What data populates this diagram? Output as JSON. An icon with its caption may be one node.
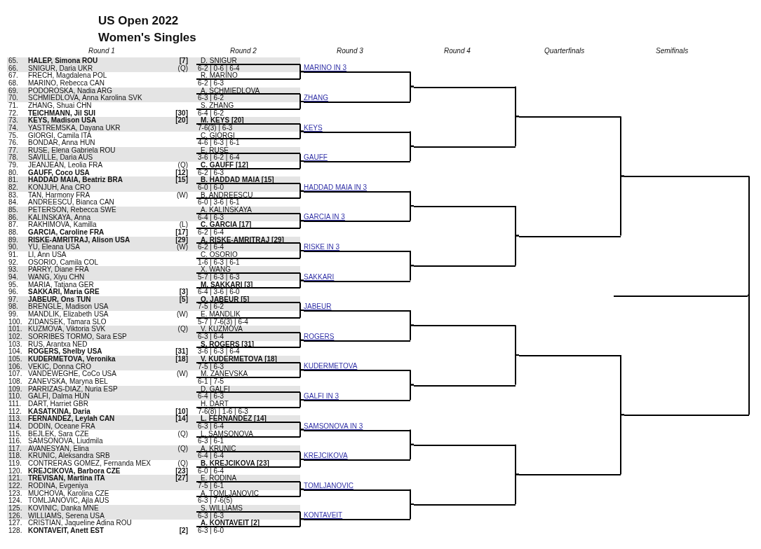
{
  "diagram": {
    "title": "US Open 2022",
    "nodes": [
      {
        "text": [
          "D. SNIGUR",
          "6-2 | 0-6 | 6-4"
        ]
      },
      {
        "text": [
          "R. MARINO",
          "6-2 | 6-3"
        ]
      },
      {
        "text": [
          "A. SCHMIEDLOVA",
          "6-3 | 6-2"
        ]
      },
      {
        "text": [
          "S. ZHANG",
          "6-4 | 6-2"
        ]
      },
      {
        "text": [
          "M. KEYS [20]",
          "7-6(3) | 6-3"
        ]
      },
      {
        "text": [
          "C. GIORGI",
          "4-6 | 6-3 | 6-1"
        ]
      },
      {
        "text": [
          "E. RUSE",
          "3-6 | 6-2 | 6-4"
        ]
      },
      {
        "text": [
          "C. GAUFF [12]",
          "6-2 | 6-3"
        ]
      },
      {
        "text": [
          "B. HADDAD MAIA [15]",
          "6-0 | 6-0"
        ]
      },
      {
        "text": [
          "B. ANDREESCU",
          "6-0 | 3-6 | 6-1"
        ]
      },
      {
        "text": [
          "A. KALINSKAYA",
          "6-4 | 6-3"
        ]
      },
      {
        "text": [
          "C. GARCIA [17]",
          "6-2 | 6-4"
        ]
      },
      {
        "text": [
          "A. RISKE-AMRITRAJ [29]",
          "6-2 | 6-4"
        ]
      },
      {
        "text": [
          "C. OSORIO",
          "1-6 | 6-3 | 6-1"
        ]
      },
      {
        "text": [
          "X. WANG",
          "5-7 | 6-3 | 6-3"
        ]
      },
      {
        "text": [
          "M. SAKKARI [3]",
          "6-4 | 3-6 | 6-0"
        ]
      },
      {
        "text": [
          "O. JABEUR [5]",
          "7-5 | 6-2"
        ]
      },
      {
        "text": [
          "E. MANDLIK",
          "5-7 | 7-6(3) | 6-4"
        ]
      },
      {
        "text": [
          "V. KUZMOVA",
          "6-3 | 6-4"
        ]
      },
      {
        "text": [
          "S. ROGERS [31]",
          "3-6 | 6-3 | 6-4"
        ]
      },
      {
        "text": [
          "V. KUDERMETOVA [18]",
          "7-5 | 6-3"
        ]
      },
      {
        "text": [
          "M. ZANEVSKA",
          "6-1 | 7-5"
        ]
      },
      {
        "text": [
          "D. GALFI",
          "6-4 | 6-3"
        ]
      },
      {
        "text": [
          "H. DART",
          "7-6(8) | 1-6 | 6-3"
        ]
      },
      {
        "text": [
          "L. FERNANDEZ [14]",
          "6-3 | 6-4"
        ]
      },
      {
        "text": [
          "L. SAMSONOVA",
          "6-3 | 6-1"
        ]
      },
      {
        "text": [
          "A. KRUNIC",
          "6-4 | 6-4"
        ]
      },
      {
        "text": [
          "B. KREJCIKOVA [23]",
          "6-0 | 6-4"
        ]
      },
      {
        "text": [
          "E. RODINA",
          "7-5 | 6-1"
        ]
      },
      {
        "text": [
          "A. TOMLJANOVIC",
          "6-3 | 7-6(5)"
        ]
      },
      {
        "text": [
          "S. WILLIAMS",
          "6-3 | 6-3"
        ]
      },
      {
        "text": [
          "A. KONTAVEIT [2]",
          "6-3 | 6-0"
        ]
      },
      {
        "text": [
          "MARINO IN 3"
        ]
      },
      {
        "text": [
          "ZHANG"
        ]
      },
      {
        "text": [
          "KEYS"
        ]
      },
      {
        "text": [
          "GAUFF"
        ]
      },
      {
        "text": [
          "HADDAD MAIA IN 3"
        ]
      },
      {
        "text": [
          "GARCIA IN 3"
        ]
      },
      {
        "text": [
          "RISKE IN 3"
        ]
      },
      {
        "text": [
          "SAKKARI"
        ]
      },
      {
        "text": [
          "JABEUR"
        ]
      },
      {
        "text": [
          "ROGERS"
        ]
      },
      {
        "text": [
          "KUDERMETOVA"
        ]
      },
      {
        "text": [
          "GALFI IN 3"
        ]
      },
      {
        "text": [
          "SAMSONOVA IN 3"
        ]
      },
      {
        "text": [
          "KREJCIKOVA"
        ]
      },
      {
        "text": [
          "TOMLJANOVIC"
        ]
      },
      {
        "text": [
          "KONTAVEIT"
        ]
      },
      {
        "text": [],
        "shape": "line"
      },
      {
        "text": [],
        "shape": "line"
      },
      {
        "text": [],
        "shape": "line"
      },
      {
        "text": [],
        "shape": "line"
      },
      {
        "text": [],
        "shape": "line"
      },
      {
        "text": [],
        "shape": "line"
      },
      {
        "text": [],
        "shape": "line"
      },
      {
        "text": [],
        "shape": "line"
      },
      {
        "text": [],
        "shape": "line"
      },
      {
        "text": [],
        "shape": "line"
      },
      {
        "text": [],
        "shape": "line"
      },
      {
        "text": [],
        "shape": "line"
      },
      {
        "text": [],
        "shape": "line"
      },
      {
        "text": [],
        "shape": "line"
      },
      {
        "text": [],
        "shape": "line"
      }
    ],
    "edges": [
      {
        "from": 0,
        "to": 32,
        "arrow": "none"
      },
      {
        "from": 1,
        "to": 32,
        "arrow": "none"
      },
      {
        "from": 2,
        "to": 33,
        "arrow": "none"
      },
      {
        "from": 3,
        "to": 33,
        "arrow": "none"
      },
      {
        "from": 4,
        "to": 34,
        "arrow": "none"
      },
      {
        "from": 5,
        "to": 34,
        "arrow": "none"
      },
      {
        "from": 6,
        "to": 35,
        "arrow": "none"
      },
      {
        "from": 7,
        "to": 35,
        "arrow": "none"
      },
      {
        "from": 8,
        "to": 36,
        "arrow": "none"
      },
      {
        "from": 9,
        "to": 36,
        "arrow": "none"
      },
      {
        "from": 10,
        "to": 37,
        "arrow": "none"
      },
      {
        "from": 11,
        "to": 37,
        "arrow": "none"
      },
      {
        "from": 12,
        "to": 38,
        "arrow": "none"
      },
      {
        "from": 13,
        "to": 38,
        "arrow": "none"
      },
      {
        "from": 14,
        "to": 39,
        "arrow": "none"
      },
      {
        "from": 15,
        "to": 39,
        "arrow": "none"
      },
      {
        "from": 16,
        "to": 40,
        "arrow": "none"
      },
      {
        "from": 17,
        "to": 40,
        "arrow": "none"
      },
      {
        "from": 18,
        "to": 41,
        "arrow": "none"
      },
      {
        "from": 19,
        "to": 41,
        "arrow": "none"
      },
      {
        "from": 20,
        "to": 42,
        "arrow": "none"
      },
      {
        "from": 21,
        "to": 42,
        "arrow": "none"
      },
      {
        "from": 22,
        "to": 43,
        "arrow": "none"
      },
      {
        "from": 23,
        "to": 43,
        "arrow": "none"
      },
      {
        "from": 24,
        "to": 44,
        "arrow": "none"
      },
      {
        "from": 25,
        "to": 44,
        "arrow": "none"
      },
      {
        "from": 26,
        "to": 45,
        "arrow": "none"
      },
      {
        "from": 27,
        "to": 45,
        "arrow": "none"
      },
      {
        "from": 28,
        "to": 46,
        "arrow": "none"
      },
      {
        "from": 29,
        "to": 46,
        "arrow": "none"
      },
      {
        "from": 30,
        "to": 47,
        "arrow": "none"
      },
      {
        "from": 31,
        "to": 47,
        "arrow": "none"
      },
      {
        "from": 32,
        "to": 48,
        "arrow": "none"
      },
      {
        "from": 33,
        "to": 48,
        "arrow": "none"
      },
      {
        "from": 34,
        "to": 49,
        "arrow": "none"
      },
      {
        "from": 35,
        "to": 49,
        "arrow": "none"
      },
      {
        "from": 36,
        "to": 50,
        "arrow": "none"
      },
      {
        "from": 37,
        "to": 50,
        "arrow": "none"
      },
      {
        "from": 38,
        "to": 51,
        "arrow": "none"
      },
      {
        "from": 39,
        "to": 51,
        "arrow": "none"
      },
      {
        "from": 40,
        "to": 52,
        "arrow": "none"
      },
      {
        "from": 41,
        "to": 52,
        "arrow": "none"
      },
      {
        "from": 42,
        "to": 53,
        "arrow": "none"
      },
      {
        "from": 43,
        "to": 53,
        "arrow": "none"
      },
      {
        "from": 44,
        "to": 54,
        "arrow": "none"
      },
      {
        "from": 45,
        "to": 54,
        "arrow": "none"
      },
      {
        "from": 46,
        "to": 55,
        "arrow": "none"
      },
      {
        "from": 47,
        "to": 55,
        "arrow": "none"
      },
      {
        "from": 48,
        "to": 56,
        "arrow": "none"
      },
      {
        "from": 49,
        "to": 56,
        "arrow": "none"
      },
      {
        "from": 50,
        "to": 57,
        "arrow": "none"
      },
      {
        "from": 51,
        "to": 57,
        "arrow": "none"
      },
      {
        "from": 52,
        "to": 58,
        "arrow": "none"
      },
      {
        "from": 53,
        "to": 58,
        "arrow": "none"
      },
      {
        "from": 54,
        "to": 59,
        "arrow": "none"
      },
      {
        "from": 55,
        "to": 59,
        "arrow": "none"
      },
      {
        "from": 56,
        "to": 60,
        "arrow": "none"
      },
      {
        "from": 57,
        "to": 60,
        "arrow": "none"
      },
      {
        "from": 58,
        "to": 61,
        "arrow": "none"
      },
      {
        "from": 59,
        "to": 61,
        "arrow": "none"
      },
      {
        "from": 60,
        "to": 62,
        "arrow": "none"
      },
      {
        "from": 61,
        "to": 62,
        "arrow": "none"
      }
    ],
    "labels": [
      "Women's Singles",
      "Round 1",
      "Round 2",
      "Round 3",
      "Round 4",
      "Quarterfinals",
      "Semifinals",
      "65.",
      "HALEP, Simona ROU",
      "[7]",
      "66.",
      "SNIGUR, Daria UKR",
      "(Q)",
      "67.",
      "FRECH, Magdalena POL",
      "68.",
      "MARINO, Rebecca CAN",
      "69.",
      "PODOROSKA, Nadia ARG",
      "70.",
      "SCHMIEDLOVA, Anna Karolina SVK",
      "71.",
      "ZHANG, Shuai CHN",
      "72.",
      "TEICHMANN, Jil SUI",
      "[30]",
      "73.",
      "KEYS, Madison USA",
      "[20]",
      "74.",
      "YASTREMSKA, Dayana UKR",
      "75.",
      "GIORGI, Camila ITA",
      "76.",
      "BONDAR, Anna HUN",
      "77.",
      "RUSE, Elena Gabriela ROU",
      "78.",
      "SAVILLE, Daria AUS",
      "79.",
      "JEANJEAN, Leolia FRA",
      "(Q)",
      "80.",
      "GAUFF, Coco USA",
      "[12]",
      "81.",
      "HADDAD MAIA, Beatriz BRA",
      "[15]",
      "82.",
      "KONJUH, Ana CRO",
      "83.",
      "TAN, Harmony FRA",
      "(W)",
      "84.",
      "ANDREESCU, Bianca CAN",
      "85.",
      "PETERSON, Rebecca SWE",
      "86.",
      "KALINSKAYA, Anna",
      "87.",
      "RAKHIMOVA, Kamilla",
      "(L)",
      "88.",
      "GARCIA, Caroline FRA",
      "[17]",
      "89.",
      "RISKE-AMRITRAJ, Alison USA",
      "[29]",
      "90.",
      "YU, Eleana USA",
      "(W)",
      "91.",
      "LI, Ann USA",
      "92.",
      "OSORIO, Camila COL",
      "93.",
      "PARRY, Diane FRA",
      "94.",
      "WANG, Xiyu CHN",
      "95.",
      "MARIA, Tatjana GER",
      "96.",
      "SAKKARI, Maria GRE",
      "[3]",
      "97.",
      "JABEUR, Ons TUN",
      "[5]",
      "98.",
      "BRENGLE, Madison USA",
      "99.",
      "MANDLIK, Elizabeth USA",
      "(W)",
      "100.",
      "ZIDANSEK, Tamara SLO",
      "101.",
      "KUZMOVA, Viktoria SVK",
      "(Q)",
      "102.",
      "SORRIBES TORMO, Sara ESP",
      "103.",
      "RUS, Arantxa NED",
      "104.",
      "ROGERS, Shelby USA",
      "[31]",
      "105.",
      "KUDERMETOVA, Veronika",
      "[18]",
      "106.",
      "VEKIC, Donna CRO",
      "107.",
      "VANDEWEGHE, CoCo USA",
      "(W)",
      "108.",
      "ZANEVSKA, Maryna BEL",
      "109.",
      "PARRIZAS-DIAZ, Nuria ESP",
      "110.",
      "GALFI, Dalma HUN",
      "111.",
      "DART, Harriet GBR",
      "112.",
      "KASATKINA, Daria",
      "[10]",
      "113.",
      "FERNANDEZ, Leylah CAN",
      "[14]",
      "114.",
      "DODIN, Oceane FRA",
      "115.",
      "BEJLEK, Sara CZE",
      "(Q)",
      "116.",
      "SAMSONOVA, Liudmila",
      "117.",
      "AVANESYAN, Elina",
      "(Q)",
      "118.",
      "KRUNIC, Aleksandra SRB",
      "119.",
      "CONTRERAS GOMEZ, Fernanda MEX",
      "(Q)",
      "120.",
      "KREJCIKOVA, Barbora CZE",
      "[23]",
      "121.",
      "TREVISAN, Martina ITA",
      "[27]",
      "122.",
      "RODINA, Evgeniya",
      "123.",
      "MUCHOVA, Karolina CZE",
      "124.",
      "TOMLJANOVIC, Ajla AUS",
      "125.",
      "KOVINIC, Danka MNE",
      "126.",
      "WILLIAMS, Serena USA",
      "127.",
      "CRISTIAN, Jaqueline Adina ROU",
      "128.",
      "KONTAVEIT, Anett EST",
      "[2]"
    ]
  }
}
